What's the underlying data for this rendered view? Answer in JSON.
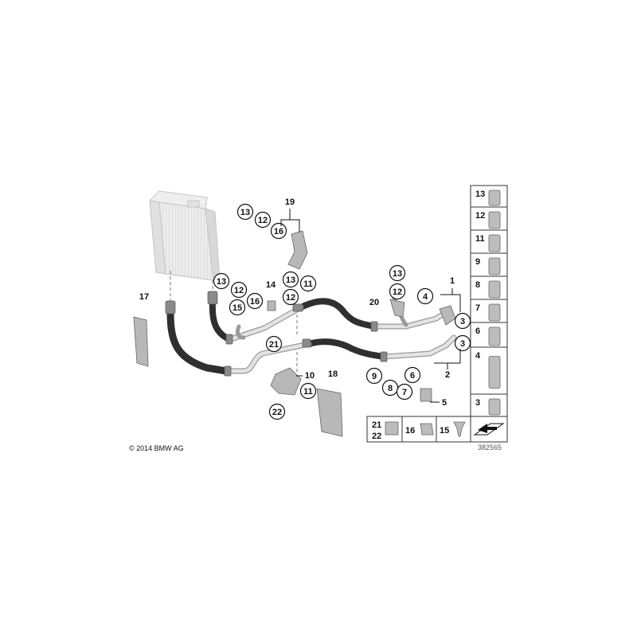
{
  "copyright": "© 2014 BMW AG",
  "diagram_id": "382565",
  "callouts": [
    "13",
    "12",
    "16",
    "19",
    "13",
    "12",
    "16",
    "15",
    "14",
    "13",
    "12",
    "11",
    "21",
    "17",
    "13",
    "12",
    "20",
    "4",
    "1",
    "3",
    "3",
    "2",
    "9",
    "8",
    "6",
    "7",
    "5",
    "10",
    "11",
    "22",
    "18"
  ],
  "side_panel": [
    "13",
    "12",
    "11",
    "9",
    "8",
    "7",
    "6",
    "4",
    "3"
  ],
  "bottom_panel": [
    "21",
    "22",
    "16",
    "15"
  ]
}
